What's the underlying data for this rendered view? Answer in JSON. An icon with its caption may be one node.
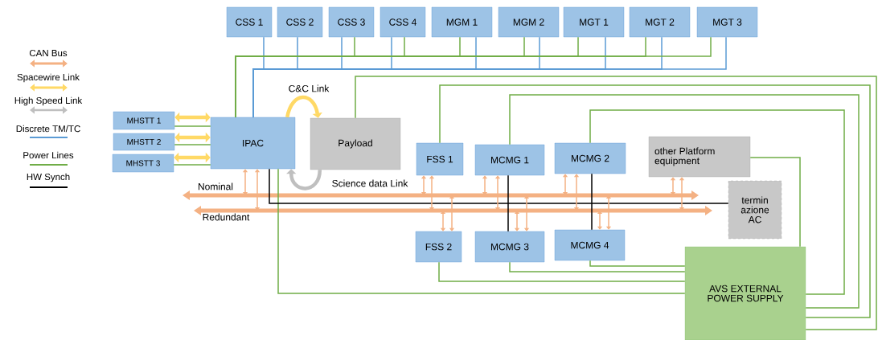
{
  "diagram": {
    "nodes": [
      {
        "text": [
          "CSS 1"
        ]
      },
      {
        "text": [
          "CSS 2"
        ]
      },
      {
        "text": [
          "CSS 3"
        ]
      },
      {
        "text": [
          "CSS 4"
        ]
      },
      {
        "text": [
          "MGM 1"
        ]
      },
      {
        "text": [
          "MGM 2"
        ]
      },
      {
        "text": [
          "MGT 1"
        ]
      },
      {
        "text": [
          "MGT 2"
        ]
      },
      {
        "text": [
          "MGT 3"
        ]
      },
      {
        "text": [
          "MHSTT 1"
        ]
      },
      {
        "text": [
          "MHSTT 2"
        ]
      },
      {
        "text": [
          "MHSTT 3"
        ]
      },
      {
        "text": [
          "IPAC"
        ]
      },
      {
        "text": [
          "Payload"
        ]
      },
      {
        "text": [
          "FSS 1"
        ]
      },
      {
        "text": [
          "MCMG 1"
        ]
      },
      {
        "text": [
          "MCMG 2"
        ]
      },
      {
        "text": [
          "other Platform equipment"
        ]
      },
      {
        "text": [
          "termin azione AC"
        ]
      },
      {
        "text": [
          "FSS 2"
        ]
      },
      {
        "text": [
          "MCMG 3"
        ]
      },
      {
        "text": [
          "MCMG 4"
        ]
      },
      {
        "text": [
          "AVS EXTERNAL POWER SUPPLY"
        ]
      },
      {
        "text": [],
        "shape": "bar",
        "beside": [
          "Nominal"
        ]
      },
      {
        "text": [],
        "shape": "bar",
        "beside": [
          "Redundant"
        ]
      }
    ],
    "edges": [
      {
        "from": 12,
        "to": 0,
        "arrow": "none",
        "color": "#5b9bd5"
      },
      {
        "from": 12,
        "to": 1,
        "arrow": "none",
        "color": "#5b9bd5"
      },
      {
        "from": 12,
        "to": 2,
        "arrow": "none",
        "color": "#5b9bd5"
      },
      {
        "from": 12,
        "to": 3,
        "arrow": "none",
        "color": "#5b9bd5"
      },
      {
        "from": 12,
        "to": 4,
        "arrow": "none",
        "color": "#5b9bd5"
      },
      {
        "from": 12,
        "to": 5,
        "arrow": "none",
        "color": "#5b9bd5"
      },
      {
        "from": 12,
        "to": 6,
        "arrow": "none",
        "color": "#5b9bd5"
      },
      {
        "from": 12,
        "to": 7,
        "arrow": "none",
        "color": "#5b9bd5"
      },
      {
        "from": 12,
        "to": 8,
        "arrow": "none",
        "color": "#5b9bd5"
      },
      {
        "from": 12,
        "to": 2,
        "arrow": "none"
      },
      {
        "from": 12,
        "to": 3,
        "arrow": "none"
      },
      {
        "from": 12,
        "to": 4,
        "arrow": "none"
      },
      {
        "from": 12,
        "to": 5,
        "arrow": "none"
      },
      {
        "from": 12,
        "to": 6,
        "arrow": "none"
      },
      {
        "from": 12,
        "to": 7,
        "arrow": "none"
      },
      {
        "from": 12,
        "to": 8,
        "arrow": "none"
      },
      {
        "from": 9,
        "to": 12,
        "arrow": "both",
        "style": "thick",
        "color": "#ffd966"
      },
      {
        "from": 10,
        "to": 12,
        "arrow": "both",
        "style": "thick",
        "color": "#ffd966"
      },
      {
        "from": 11,
        "to": 12,
        "arrow": "both",
        "style": "thick",
        "color": "#ffd966"
      },
      {
        "from": 9,
        "to": 12,
        "arrow": "none"
      },
      {
        "from": 10,
        "to": 12,
        "arrow": "none"
      },
      {
        "from": 11,
        "to": 12,
        "arrow": "none"
      },
      {
        "from": 12,
        "to": 13,
        "arrow": "to",
        "label": "C&C Link",
        "style": "thick",
        "color": "#ffd966"
      },
      {
        "from": 13,
        "to": 12,
        "arrow": "to",
        "label": "Science data Link",
        "style": "thick",
        "color": "#bfbfbf"
      },
      {
        "from": 13,
        "to": 22,
        "arrow": "none"
      },
      {
        "from": 14,
        "to": 22,
        "arrow": "none"
      },
      {
        "from": 15,
        "to": 22,
        "arrow": "none"
      },
      {
        "from": 16,
        "to": 22,
        "arrow": "none"
      },
      {
        "from": 17,
        "to": 22,
        "arrow": "none"
      },
      {
        "from": 19,
        "to": 22,
        "arrow": "none"
      },
      {
        "from": 20,
        "to": 22,
        "arrow": "none"
      },
      {
        "from": 21,
        "to": 22,
        "arrow": "none"
      },
      {
        "from": 12,
        "to": 22,
        "arrow": "none"
      },
      {
        "from": 12,
        "to": 18,
        "arrow": "none",
        "color": "#000000"
      },
      {
        "from": 15,
        "to": 20,
        "arrow": "none",
        "color": "#000000"
      },
      {
        "from": 16,
        "to": 21,
        "arrow": "none",
        "color": "#000000"
      },
      {
        "from": 12,
        "to": 23,
        "arrow": "both",
        "color": "#f4b183"
      },
      {
        "from": 12,
        "to": 24,
        "arrow": "both",
        "color": "#f4b183"
      },
      {
        "from": 14,
        "to": 23,
        "arrow": "both",
        "color": "#f4b183"
      },
      {
        "from": 14,
        "to": 24,
        "arrow": "both",
        "color": "#f4b183"
      },
      {
        "from": 15,
        "to": 23,
        "arrow": "both",
        "color": "#f4b183"
      },
      {
        "from": 15,
        "to": 24,
        "arrow": "both",
        "color": "#f4b183"
      },
      {
        "from": 16,
        "to": 23,
        "arrow": "both",
        "color": "#f4b183"
      },
      {
        "from": 16,
        "to": 24,
        "arrow": "both",
        "color": "#f4b183"
      },
      {
        "from": 17,
        "to": 23,
        "arrow": "both",
        "color": "#f4b183"
      },
      {
        "from": 17,
        "to": 24,
        "arrow": "both",
        "color": "#f4b183"
      },
      {
        "from": 19,
        "to": 24,
        "arrow": "both",
        "color": "#f4b183"
      },
      {
        "from": 19,
        "to": 23,
        "arrow": "both",
        "color": "#f4b183"
      },
      {
        "from": 20,
        "to": 24,
        "arrow": "both",
        "color": "#f4b183"
      },
      {
        "from": 20,
        "to": 23,
        "arrow": "both",
        "color": "#f4b183"
      },
      {
        "from": 21,
        "to": 24,
        "arrow": "both",
        "color": "#f4b183"
      },
      {
        "from": 21,
        "to": 23,
        "arrow": "both",
        "color": "#f4b183"
      }
    ],
    "legend": [
      {
        "text": "CAN Bus"
      },
      {
        "text": "Spacewire Link"
      },
      {
        "text": "High Speed Link"
      },
      {
        "text": "Discrete TM/TC"
      },
      {
        "text": "Power Lines"
      },
      {
        "text": "HW Synch"
      }
    ]
  }
}
